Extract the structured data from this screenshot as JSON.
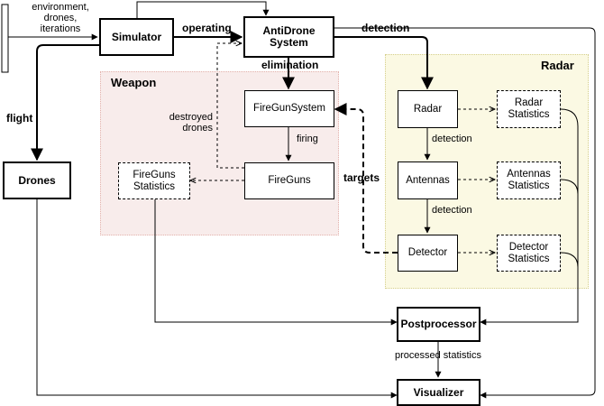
{
  "regions": {
    "weapon": "Weapon",
    "radar": "Radar"
  },
  "nodes": {
    "simulator": "Simulator",
    "antidrone": "AntiDrone\nSystem",
    "drones": "Drones",
    "firegunsystem": "FireGunSystem",
    "fireguns": "FireGuns",
    "fireguns_stats": "FireGuns\nStatistics",
    "radar": "Radar",
    "radar_stats": "Radar\nStatistics",
    "antennas": "Antennas",
    "antennas_stats": "Antennas\nStatistics",
    "detector": "Detector",
    "detector_stats": "Detector\nStatistics",
    "postprocessor": "Postprocessor",
    "visualizer": "Visualizer"
  },
  "edge_labels": {
    "inputs": "environment,\ndrones,\niterations",
    "operating": "operating",
    "detection_main": "detection",
    "elimination": "elimination",
    "flight": "flight",
    "destroyed": "destroyed\ndrones",
    "firing": "firing",
    "targets": "targets",
    "detection_1": "detection",
    "detection_2": "detection",
    "processed": "processed statistics"
  }
}
